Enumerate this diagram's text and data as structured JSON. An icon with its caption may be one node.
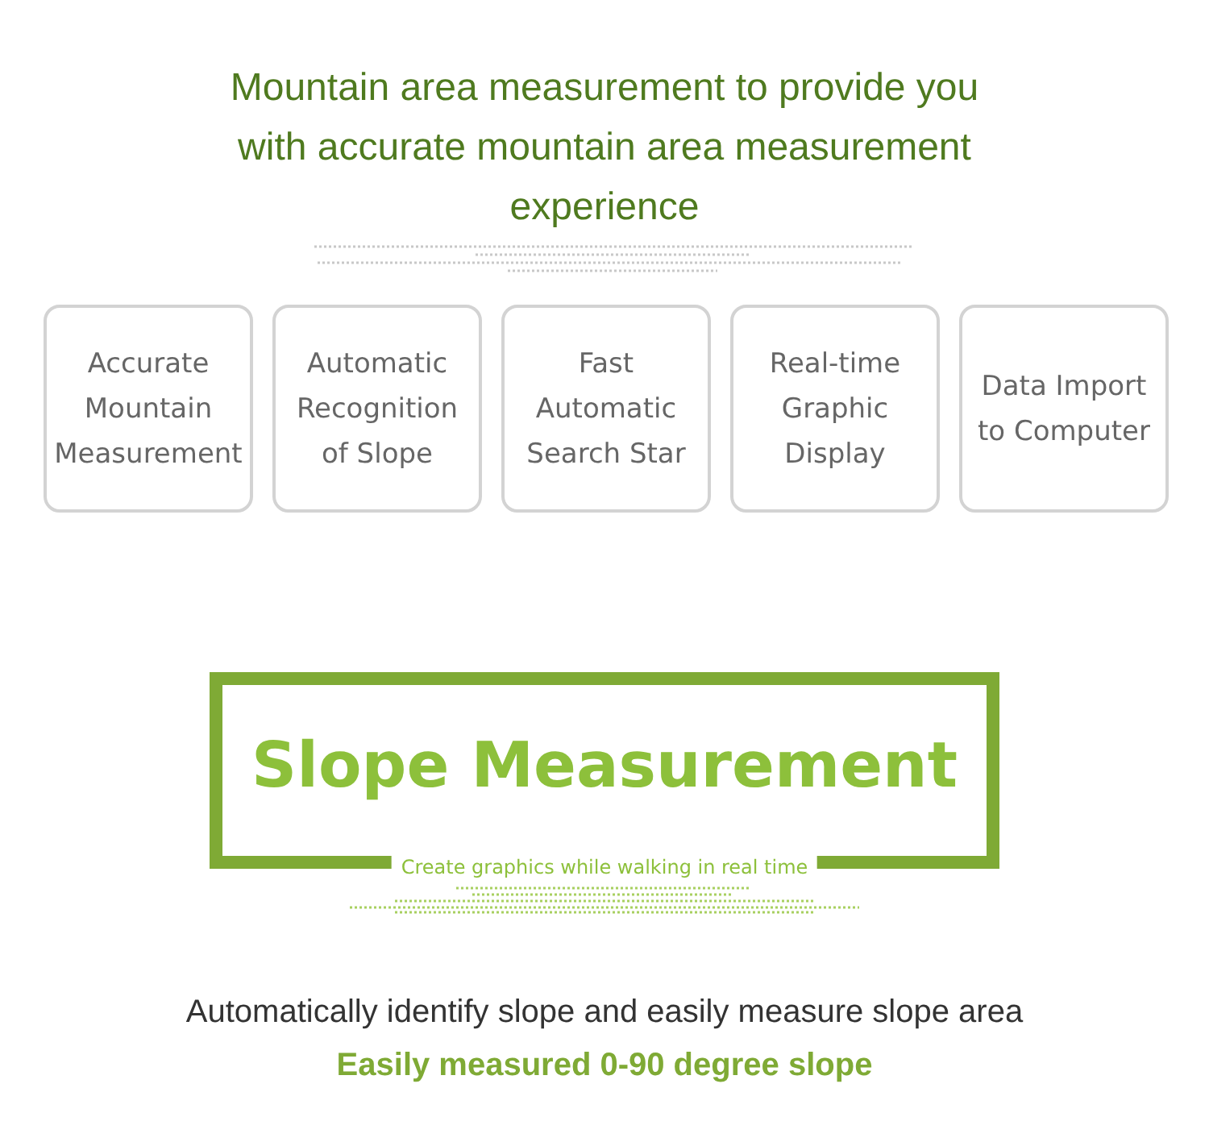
{
  "diagram": {
    "title": "Mountain area measurement to provide you with accurate mountain area measurement experience",
    "nodes": [
      {
        "text": [
          "Accurate Mountain Measurement"
        ]
      },
      {
        "text": [
          "Automatic Recognition of Slope"
        ]
      },
      {
        "text": [
          "Fast Automatic Search Star"
        ]
      },
      {
        "text": [
          "Real-time Graphic Display"
        ]
      },
      {
        "text": [
          "Data Import to Computer"
        ]
      },
      {
        "text": [
          "Slope Measurement",
          "Create graphics while walking in real time"
        ]
      }
    ],
    "labels": [
      "Automatically identify slope and easily measure slope area",
      "Easily measured 0-90 degree slope"
    ]
  }
}
